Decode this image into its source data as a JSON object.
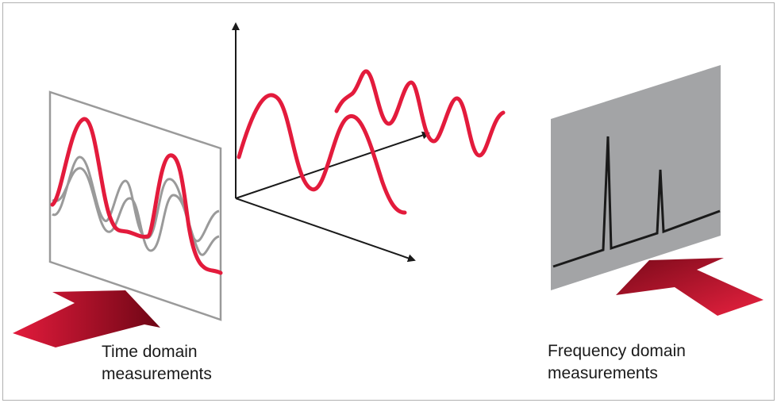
{
  "colors": {
    "signal": "#e31b3c",
    "trace": "#9a9a9a",
    "panel_border": "#9a9a9a",
    "panel_fill": "#a3a4a6",
    "axis": "#1a1a1a",
    "arrow_dark": "#7a0a1a",
    "arrow_light": "#e31b3c",
    "frame": "#b0b0b0"
  },
  "time_domain": {
    "caption_line1": "Time domain",
    "caption_line2": "measurements"
  },
  "frequency_domain": {
    "caption_line1": "Frequency domain",
    "caption_line2": "measurements"
  }
}
